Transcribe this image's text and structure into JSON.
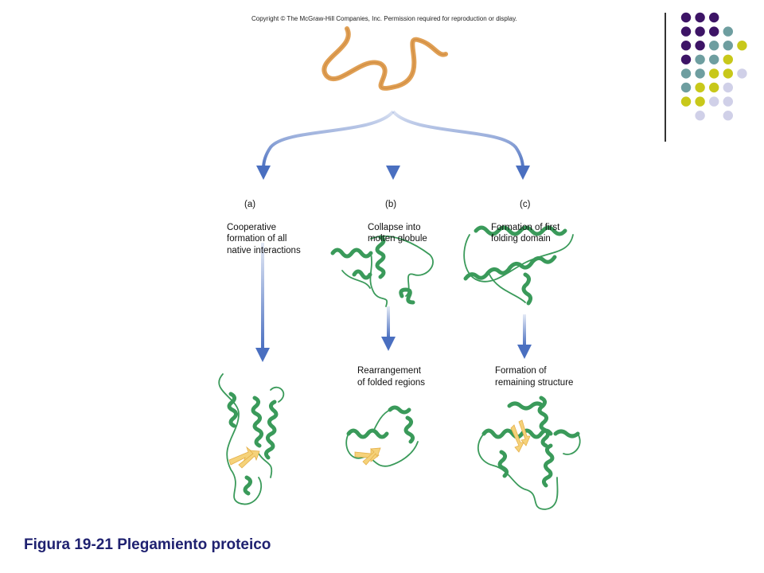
{
  "copyright": "Copyright © The McGraw-Hill Companies, Inc. Permission required for reproduction or display.",
  "pathways": [
    {
      "letter": "(a)",
      "title": "Cooperative\nformation of all\nnative interactions",
      "second_step": ""
    },
    {
      "letter": "(b)",
      "title": "Collapse into\nmolten globule",
      "second_step": "Rearrangement\nof folded regions"
    },
    {
      "letter": "(c)",
      "title": "Formation of first\nfolding domain",
      "second_step": "Formation of\nremaining structure"
    }
  ],
  "caption": "Figura 19-21 Plegamiento proteico",
  "colors": {
    "arrow_blue": "#4a6fc0",
    "chain_orange": "#e0a055",
    "helix_green": "#3a9a5a",
    "strand_yellow": "#f5d27a",
    "caption_navy": "#1f2170",
    "dot_purple": "#3d1466",
    "dot_teal": "#6e9ea0",
    "dot_yellow": "#c8c81a",
    "dot_lavender": "#d0d0e8"
  },
  "decor_dot_grid": [
    [
      "purple",
      "purple",
      "purple",
      "",
      "",
      ""
    ],
    [
      "purple",
      "purple",
      "purple",
      "teal",
      "",
      ""
    ],
    [
      "purple",
      "purple",
      "teal",
      "teal",
      "yellow",
      ""
    ],
    [
      "purple",
      "teal",
      "teal",
      "yellow",
      "",
      ""
    ],
    [
      "teal",
      "teal",
      "yellow",
      "yellow",
      "lavender",
      ""
    ],
    [
      "teal",
      "yellow",
      "yellow",
      "lavender",
      "",
      ""
    ],
    [
      "yellow",
      "yellow",
      "lavender",
      "lavender",
      "",
      ""
    ],
    [
      "",
      "lavender",
      "",
      "lavender",
      "",
      ""
    ]
  ]
}
